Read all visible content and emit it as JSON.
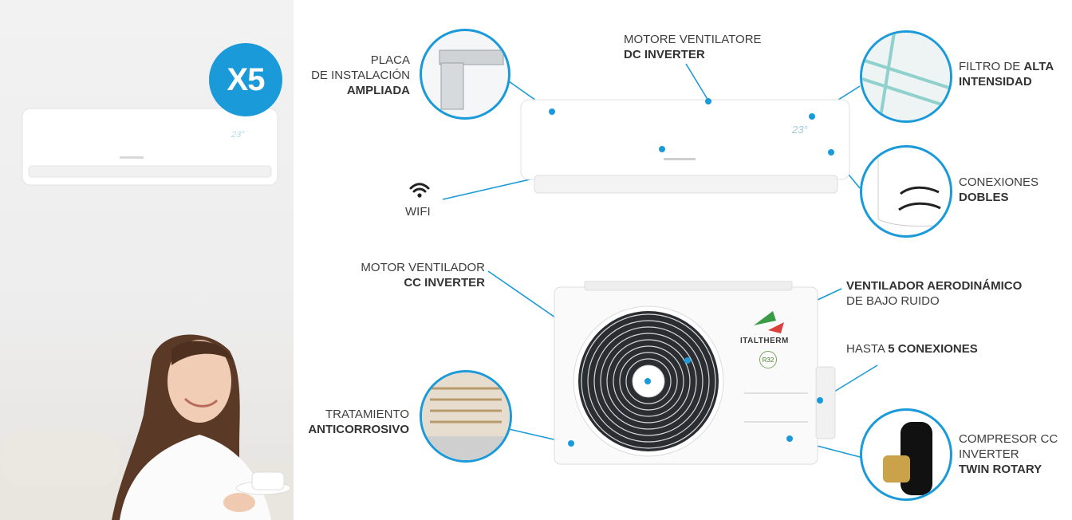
{
  "badge": {
    "text": "X5"
  },
  "labels": {
    "placa": {
      "line1": "PLACA",
      "line2": "DE INSTALACIÓN",
      "line3": "AMPLIADA"
    },
    "motore": {
      "line1": "MOTORE VENTILATORE",
      "line2": "DC INVERTER"
    },
    "filtro": {
      "line1a": "FILTRO DE ",
      "line1b": "ALTA",
      "line2": "INTENSIDAD"
    },
    "conexiones": {
      "line1": "CONEXIONES",
      "line2": "DOBLES"
    },
    "wifi": {
      "text": "WIFI"
    },
    "motor_cc": {
      "line1": "MOTOR VENTILADOR",
      "line2": "CC INVERTER"
    },
    "ventilador": {
      "line1": "VENTILADOR AERODINÁMICO",
      "line2": "DE BAJO RUIDO"
    },
    "hasta": {
      "prefix": "HASTA ",
      "bold": "5 CONEXIONES"
    },
    "tratamiento": {
      "line1": "TRATAMIENTO",
      "line2": "ANTICORROSIVO"
    },
    "compresor": {
      "line1": "COMPRESOR CC",
      "line2": "INVERTER",
      "line3": "TWIN ROTARY"
    }
  },
  "indoor_display": {
    "temp": "23°"
  },
  "outdoor_brand": {
    "text": "ITALTHERM",
    "refrigerant": "R32"
  },
  "colors": {
    "accent": "#1a9ad9",
    "text": "#3d3d3d"
  }
}
